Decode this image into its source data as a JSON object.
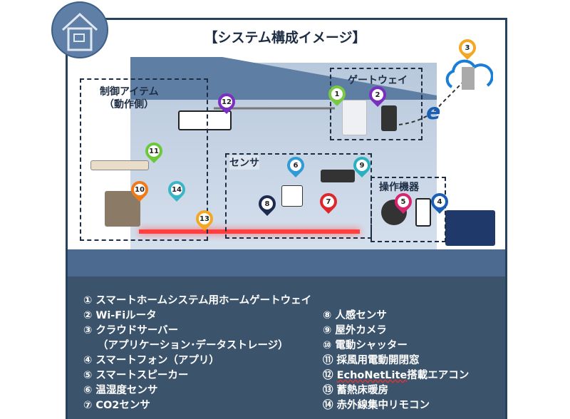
{
  "title": "【システム構成イメージ】",
  "groups": {
    "control": "制御アイテム",
    "control_sub": "（動作側）",
    "gateway": "ゲートウェイ",
    "sensor": "センサ",
    "operation": "操作機器"
  },
  "pins": [
    {
      "n": "1",
      "color": "#7ac943"
    },
    {
      "n": "2",
      "color": "#7b2fbe"
    },
    {
      "n": "3",
      "color": "#f5a623"
    },
    {
      "n": "4",
      "color": "#1a5fb4"
    },
    {
      "n": "5",
      "color": "#d6246e"
    },
    {
      "n": "6",
      "color": "#2e9bd6"
    },
    {
      "n": "7",
      "color": "#e0262a"
    },
    {
      "n": "8",
      "color": "#1d2a50"
    },
    {
      "n": "9",
      "color": "#2ab0c0"
    },
    {
      "n": "10",
      "color": "#f07a1a"
    },
    {
      "n": "11",
      "color": "#6cc83a"
    },
    {
      "n": "12",
      "color": "#7b2fbe"
    },
    {
      "n": "13",
      "color": "#f5a623"
    },
    {
      "n": "14",
      "color": "#3ab5c5"
    }
  ],
  "legend_left": [
    "① スマートホームシステム用ホームゲートウェイ",
    "② Wi-Fiルータ",
    "③ クラウドサーバー",
    "（アプリケーション･データストレージ）",
    "④ スマートフォン（アプリ）",
    "⑤ スマートスピーカー",
    "⑥ 温湿度センサ",
    "⑦ CO2センサ"
  ],
  "legend_right": [
    "⑧ 人感センサ",
    "⑨ 屋外カメラ",
    "⑩ 電動シャッター",
    "⑪ 採風用電動開閉窓",
    "⑫ ",
    "EchoNetLite",
    "搭載エアコン",
    "⑬ 蓄熱床暖房",
    "⑭ 赤外線集中リモコン"
  ]
}
